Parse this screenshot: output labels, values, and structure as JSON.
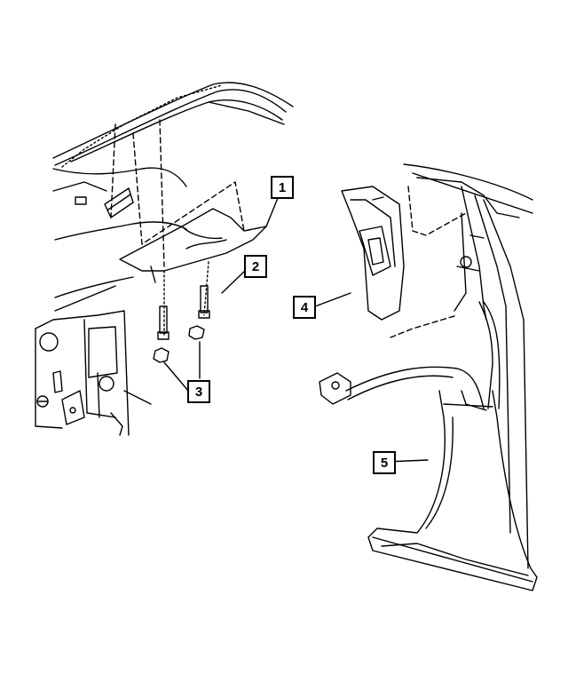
{
  "diagram": {
    "callouts": [
      {
        "number": "1"
      },
      {
        "number": "2"
      },
      {
        "number": "3"
      },
      {
        "number": "4"
      },
      {
        "number": "5"
      }
    ]
  },
  "colors": {
    "line": "#000000",
    "background": "#ffffff"
  }
}
